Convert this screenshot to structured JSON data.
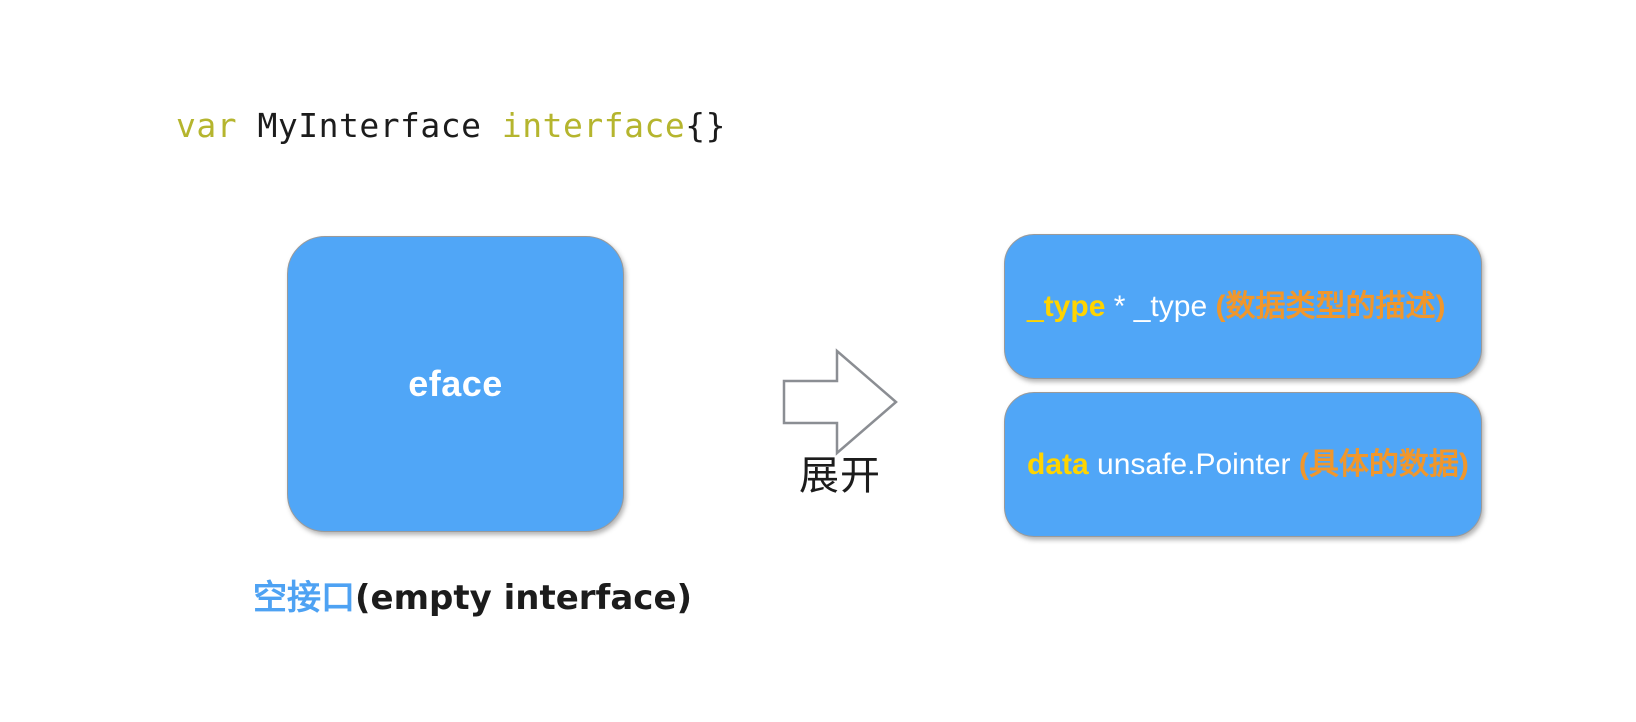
{
  "code": {
    "keyword": "var",
    "space1": " ",
    "identifier": "MyInterface",
    "space2": " ",
    "type_keyword": "interface",
    "braces": "{}",
    "full_text": "var MyInterface interface{}"
  },
  "eface": {
    "label": "eface",
    "caption_cn": "空接口",
    "caption_en": "(empty interface)",
    "box_color": "#50a6f7",
    "label_color": "#ffffff",
    "caption_cn_color": "#4ea2f3",
    "caption_en_color": "#1c1c1c"
  },
  "arrow": {
    "label": "展开",
    "direction": "right",
    "stroke_color": "#8b8e93",
    "fill_color": "#ffffff"
  },
  "fields": [
    {
      "underscore": "_",
      "key": "type",
      "separator": " * ",
      "value": "_type",
      "note": "(数据类型的描述)",
      "key_color": "#ffd400",
      "value_color": "#ffffff",
      "note_color": "#f0972c"
    },
    {
      "underscore": "",
      "key": "data",
      "separator": " ",
      "value": "unsafe.Pointer",
      "note": "(具体的数据)",
      "key_color": "#ffd400",
      "value_color": "#ffffff",
      "note_color": "#f0972c"
    }
  ],
  "theme": {
    "background": "#ffffff",
    "code_keyword_color": "#b5b52e",
    "code_identifier_color": "#1c1c1c",
    "box_border_color": "#9a9a9a"
  }
}
